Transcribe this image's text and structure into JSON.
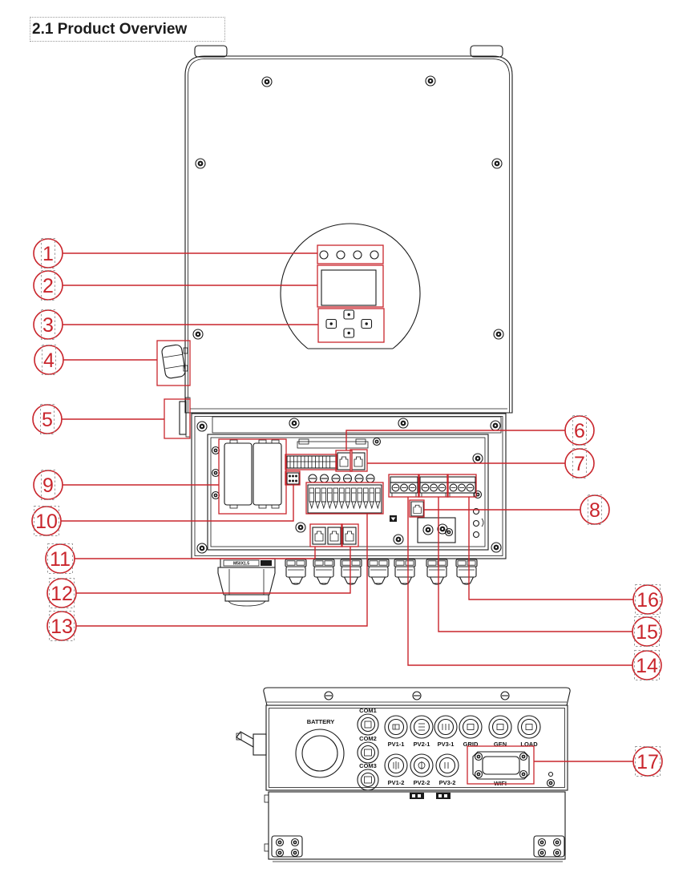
{
  "title": "2.1 Product Overview",
  "colors": {
    "callout": "#c9252c",
    "ink": "#1a1a1a",
    "background": "#ffffff"
  },
  "callout_labels": {
    "1": "1",
    "2": "2",
    "3": "3",
    "4": "4",
    "5": "5",
    "6": "6",
    "7": "7",
    "8": "8",
    "9": "9",
    "10": "10",
    "11": "11",
    "12": "12",
    "13": "13",
    "14": "14",
    "15": "15",
    "16": "16",
    "17": "17"
  },
  "front_view": {
    "gland_label": "M50X1.5"
  },
  "bottom_view": {
    "battery": "BATTERY",
    "com": [
      "COM1",
      "COM2",
      "COM3"
    ],
    "pv_top": [
      "PV1-1",
      "PV2-1",
      "PV3-1"
    ],
    "pv_bottom": [
      "PV1-2",
      "PV2-2",
      "PV3-2"
    ],
    "ac": [
      "GRID",
      "GEN",
      "LOAD"
    ],
    "wifi": "WIFI"
  }
}
